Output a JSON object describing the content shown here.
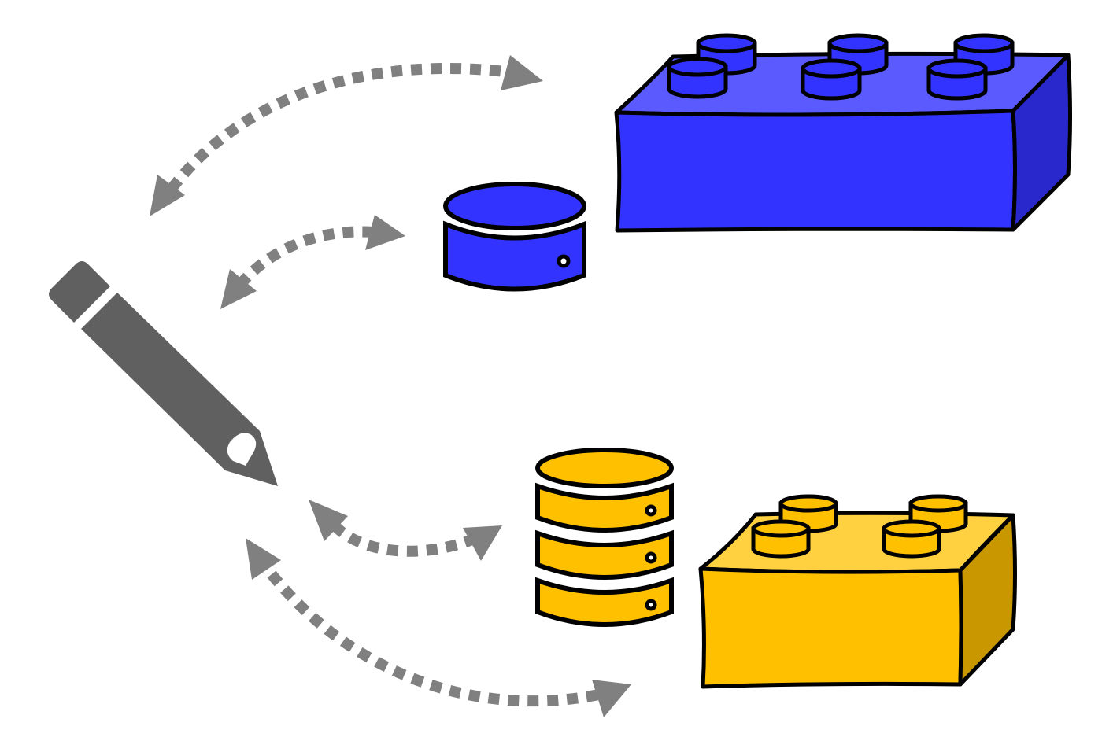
{
  "diagram": {
    "elements": [
      {
        "id": "pencil",
        "icon": "pencil-icon"
      },
      {
        "id": "blue-lego-brick",
        "icon": "lego-brick-icon",
        "studs": 6
      },
      {
        "id": "blue-database",
        "icon": "database-icon",
        "layers": 1
      },
      {
        "id": "yellow-database",
        "icon": "database-icon",
        "layers": 3
      },
      {
        "id": "yellow-lego-brick",
        "icon": "lego-brick-icon",
        "studs": 4
      }
    ],
    "connections": [
      {
        "from": "pencil",
        "to": "blue-lego-brick",
        "style": "dotted",
        "arrows": "both"
      },
      {
        "from": "pencil",
        "to": "blue-database",
        "style": "dotted",
        "arrows": "both"
      },
      {
        "from": "pencil",
        "to": "yellow-database",
        "style": "dotted",
        "arrows": "both"
      },
      {
        "from": "pencil",
        "to": "yellow-lego-brick",
        "style": "dotted",
        "arrows": "both"
      }
    ]
  },
  "colors": {
    "arrow": "#808080",
    "pencil": "#606060",
    "outline": "#000000",
    "blue_front": "#3333ff",
    "blue_top": "#5a5aff",
    "blue_side": "#2828cc",
    "yellow_front": "#ffc000",
    "yellow_top": "#ffd040",
    "yellow_side": "#c99700"
  }
}
